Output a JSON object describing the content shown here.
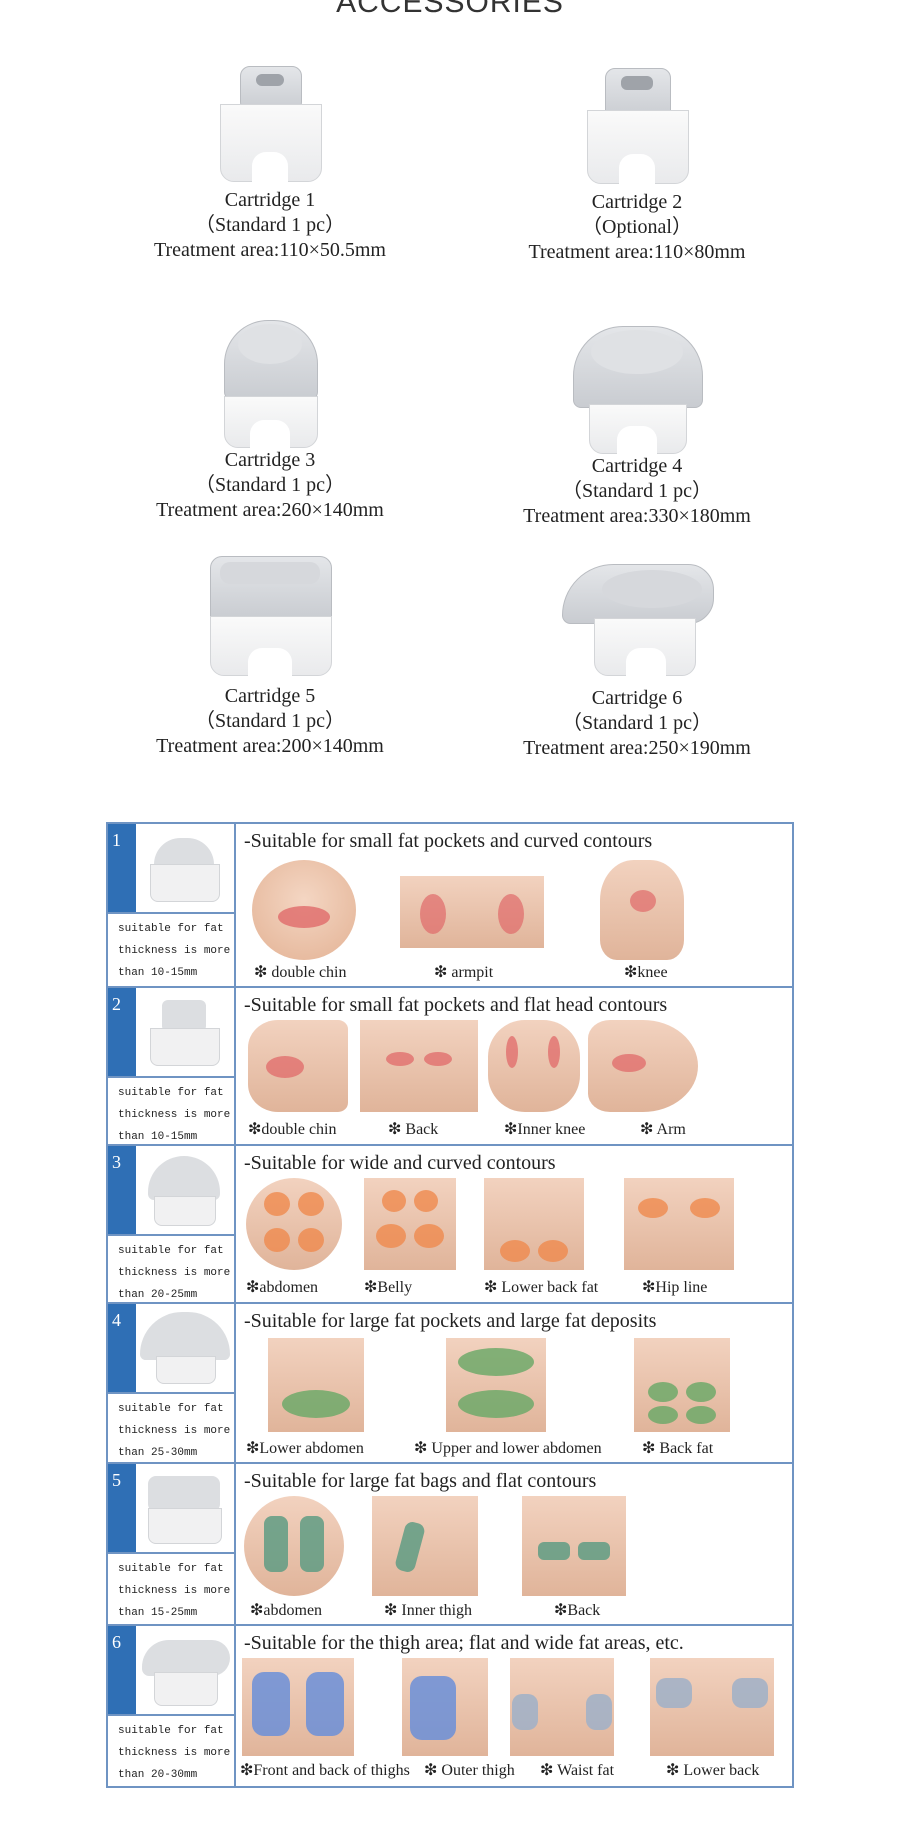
{
  "page": {
    "title": "ACCESSORIES"
  },
  "cartridges": [
    {
      "name": "Cartridge 1",
      "qty": "（Standard 1 pc）",
      "area": "Treatment area:110×50.5mm"
    },
    {
      "name": "Cartridge 2",
      "qty": "（Optional）",
      "area": "Treatment area:110×80mm"
    },
    {
      "name": "Cartridge 3",
      "qty": "（Standard 1 pc）",
      "area": "Treatment area:260×140mm"
    },
    {
      "name": "Cartridge 4",
      "qty": "（Standard 1 pc）",
      "area": "Treatment area:330×180mm"
    },
    {
      "name": "Cartridge 5",
      "qty": "（Standard 1 pc）",
      "area": "Treatment area:200×140mm"
    },
    {
      "name": "Cartridge 6",
      "qty": "（Standard 1 pc）",
      "area": "Treatment area:250×190mm"
    }
  ],
  "table": {
    "rows": [
      {
        "num": "1",
        "heading": "-Suitable for small fat pockets and curved contours",
        "note": [
          "suitable for fat",
          "thickness is more",
          "than 10-15mm"
        ],
        "areas": [
          "❇ double chin",
          "❇ armpit",
          "❇knee"
        ]
      },
      {
        "num": "2",
        "heading": "-Suitable for small fat pockets and flat head contours",
        "note": [
          "suitable for fat",
          "thickness is more",
          "than 10-15mm"
        ],
        "areas": [
          "❇double chin",
          "❇ Back",
          "❇Inner knee",
          "❇ Arm"
        ]
      },
      {
        "num": "3",
        "heading": "-Suitable for wide and curved contours",
        "note": [
          "suitable for fat",
          "thickness is more",
          "than 20-25mm"
        ],
        "areas": [
          "❇abdomen",
          "❇Belly",
          "❇ Lower back fat",
          "❇Hip line"
        ]
      },
      {
        "num": "4",
        "heading": "-Suitable for large fat pockets and large fat deposits",
        "note": [
          "suitable for fat",
          "thickness is more",
          "than 25-30mm"
        ],
        "areas": [
          "❇Lower abdomen",
          "❇ Upper and lower abdomen",
          "❇ Back fat"
        ]
      },
      {
        "num": "5",
        "heading": "-Suitable for large fat bags and flat contours",
        "note": [
          "suitable for fat",
          "thickness is more",
          "than 15-25mm"
        ],
        "areas": [
          "❇abdomen",
          "❇ Inner thigh",
          "❇Back"
        ]
      },
      {
        "num": "6",
        "heading": "-Suitable for the thigh area; flat and wide fat areas, etc.",
        "note": [
          "suitable for fat",
          "thickness is more",
          "than 20-30mm"
        ],
        "areas": [
          "❇Front and back of thighs",
          "❇ Outer thigh",
          "❇ Waist fat",
          "❇ Lower back"
        ]
      }
    ]
  },
  "zone_colors": {
    "red": "#e06a6a",
    "orange": "#ef8a4e",
    "green": "#6ea96a",
    "teal": "#5f9c84",
    "blue": "#6b8fd8"
  }
}
